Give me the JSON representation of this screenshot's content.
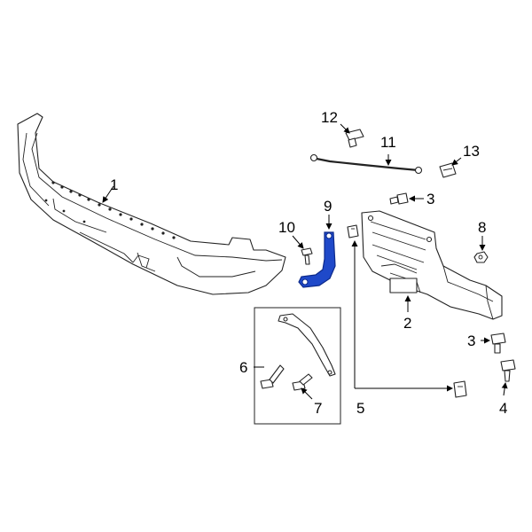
{
  "callouts": [
    {
      "id": "c1",
      "text": "1"
    },
    {
      "id": "c2",
      "text": "2"
    },
    {
      "id": "c3a",
      "text": "3"
    },
    {
      "id": "c3b",
      "text": "3"
    },
    {
      "id": "c4",
      "text": "4"
    },
    {
      "id": "c5",
      "text": "5"
    },
    {
      "id": "c6",
      "text": "6"
    },
    {
      "id": "c7",
      "text": "7"
    },
    {
      "id": "c8",
      "text": "8"
    },
    {
      "id": "c9",
      "text": "9"
    },
    {
      "id": "c10",
      "text": "10"
    },
    {
      "id": "c11",
      "text": "11"
    },
    {
      "id": "c12",
      "text": "12"
    },
    {
      "id": "c13",
      "text": "13"
    }
  ],
  "colors": {
    "highlight": "#1f49c9",
    "line": "#222222",
    "background": "#ffffff"
  }
}
